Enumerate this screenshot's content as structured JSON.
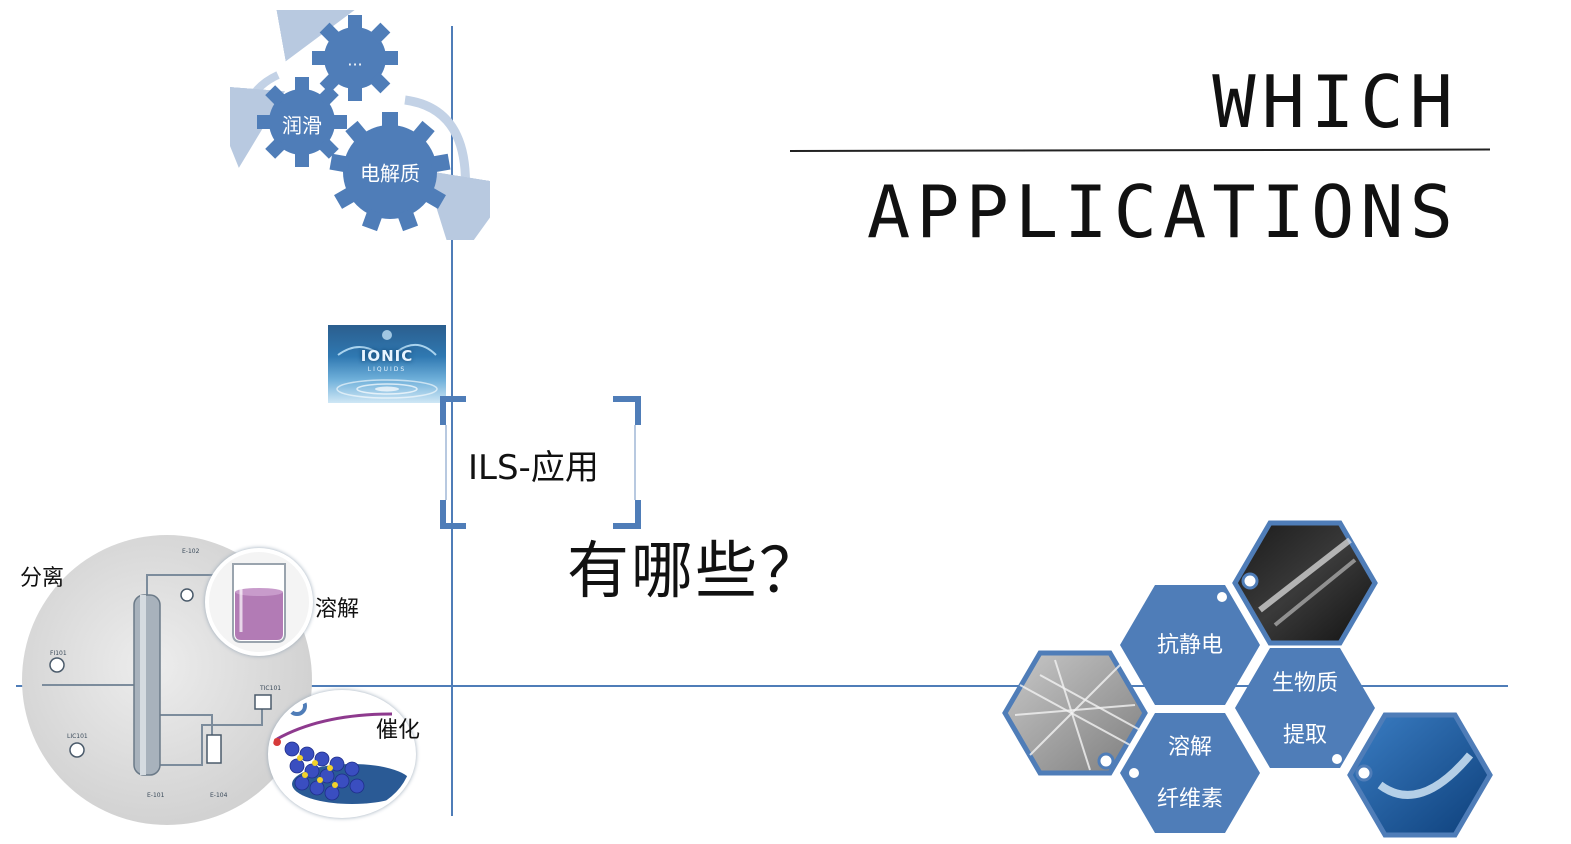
{
  "title": {
    "line1": "WHICH",
    "line2": "APPLICATIONS"
  },
  "gears": {
    "top": "...",
    "left": "润滑",
    "right": "电解质"
  },
  "logo": {
    "main": "IONIC",
    "sub": "LIQUIDS"
  },
  "center": {
    "label": "ILS-应用",
    "question": "有哪些？"
  },
  "left_panel": {
    "separation": "分离",
    "dissolution": "溶解",
    "catalysis": "催化"
  },
  "hexagons": {
    "antistatic": "抗静电",
    "biomass_line1": "生物质",
    "biomass_line2": "提取",
    "cellulose_line1": "溶解",
    "cellulose_line2": "纤维素"
  },
  "colors": {
    "accent": "#4f7db8",
    "gear": "#4f7db8",
    "hex": "#4f7db8",
    "arrow": "#b8c9e0"
  }
}
